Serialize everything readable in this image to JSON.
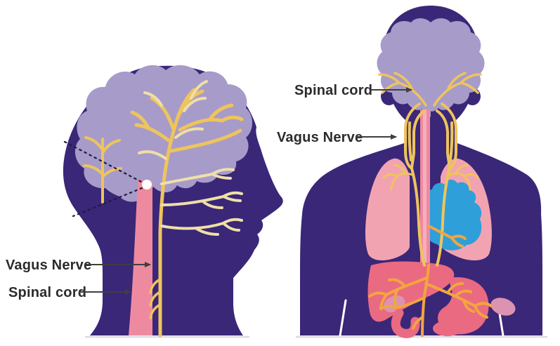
{
  "diagram": {
    "left_panel": {
      "view": "head-profile-side-view",
      "labels": {
        "vagus_nerve": "Vagus Nerve",
        "spinal_cord": "Spinal cord"
      },
      "parts": [
        "head-silhouette",
        "brain",
        "vagus-nerve-branches",
        "facial-nerve-branches",
        "spinal-cord",
        "nerve-junction-dot",
        "dotted-guide-lines"
      ]
    },
    "right_panel": {
      "view": "full-body-front-view",
      "labels": {
        "spinal_cord": "Spinal cord",
        "vagus_nerve": "Vagus Nerve"
      },
      "parts": [
        "body-silhouette",
        "brain",
        "spinal-cord",
        "vagus-nerve",
        "lungs",
        "heart",
        "liver",
        "stomach",
        "kidneys",
        "intestine"
      ]
    },
    "colors": {
      "background": "#ffffff",
      "silhouette": "#3a2778",
      "brain": "#a79bca",
      "nerve_yellow": "#eec45c",
      "nerve_light": "#eedfa8",
      "nerve_orange": "#f2a540",
      "cord_pink": "#ee8aa0",
      "cord_light": "#f6aebd",
      "lungs": "#f2a3b1",
      "heart": "#2f9fd9",
      "organs_rose": "#ea6a82",
      "kidney": "#dc93b1",
      "label_text": "#2d2a2e",
      "arrow": "#3f3f3f",
      "dotted_line": "#241a3d",
      "junction_dot": "#ffffff",
      "shadow": "#dcd9e3"
    }
  }
}
